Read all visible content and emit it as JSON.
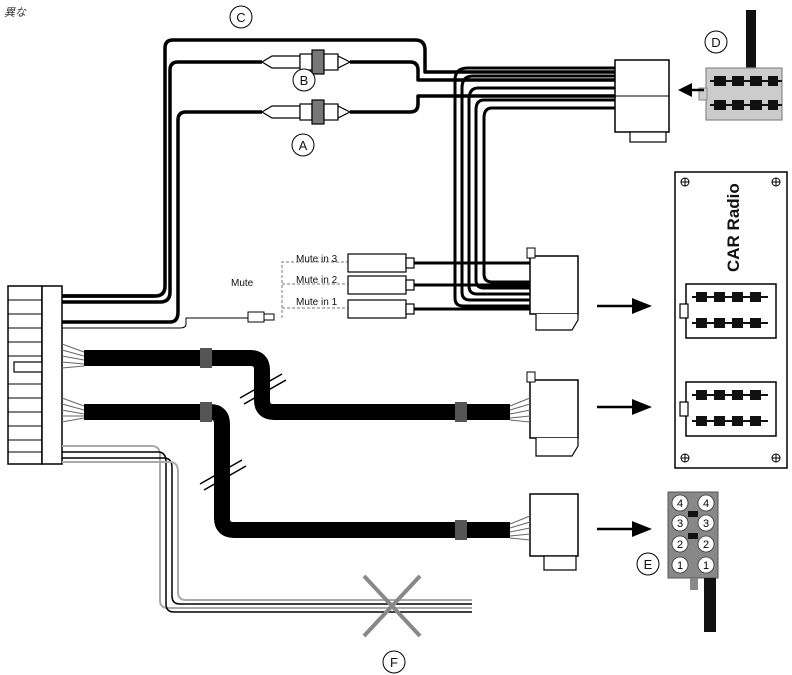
{
  "corner_text": "異な",
  "callouts": {
    "a": "A",
    "b": "B",
    "c": "C",
    "d": "D",
    "e": "E",
    "f": "F"
  },
  "labels": {
    "mute": "Mute",
    "mute_in_3": "Mute in 3",
    "mute_in_2": "Mute in 2",
    "mute_in_1": "Mute in 1",
    "car_radio": "CAR Radio"
  },
  "connector_e_pins": {
    "row_4": "4",
    "row_3": "3",
    "row_2": "2",
    "row_1": "1"
  }
}
